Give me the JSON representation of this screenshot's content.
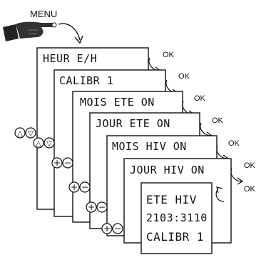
{
  "menu_label": "MENU",
  "screens": [
    {
      "id": "heure",
      "text": "HEUR E/H",
      "ok": "OK"
    },
    {
      "id": "calibr",
      "text": "CALIBR 1",
      "ok": "OK"
    },
    {
      "id": "mois-ete",
      "text": "MOIS ETE ON",
      "ok": "OK"
    },
    {
      "id": "jour-ete",
      "text": "JOUR ETE ON",
      "ok": "OK"
    },
    {
      "id": "mois-hiv",
      "text": "MOIS HIV ON",
      "ok": "OK"
    },
    {
      "id": "jour-hiv",
      "text": "JOUR HIV ON",
      "ok": "OK"
    }
  ],
  "final_screen": {
    "line1": "ETE  HIV",
    "line2": "2103:3110",
    "line3": "CALIBR 1",
    "ok": "OK"
  },
  "button_pairs": [
    {
      "type": "arrows",
      "symbols": [
        "△",
        "▽"
      ]
    },
    {
      "type": "arrows",
      "symbols": [
        "△",
        "▽"
      ]
    },
    {
      "type": "plusminus",
      "symbols": [
        "+",
        "−"
      ]
    },
    {
      "type": "plusminus",
      "symbols": [
        "+",
        "−"
      ]
    },
    {
      "type": "plusminus",
      "symbols": [
        "+",
        "−"
      ]
    },
    {
      "type": "plusminus",
      "symbols": [
        "+",
        "−"
      ]
    }
  ]
}
